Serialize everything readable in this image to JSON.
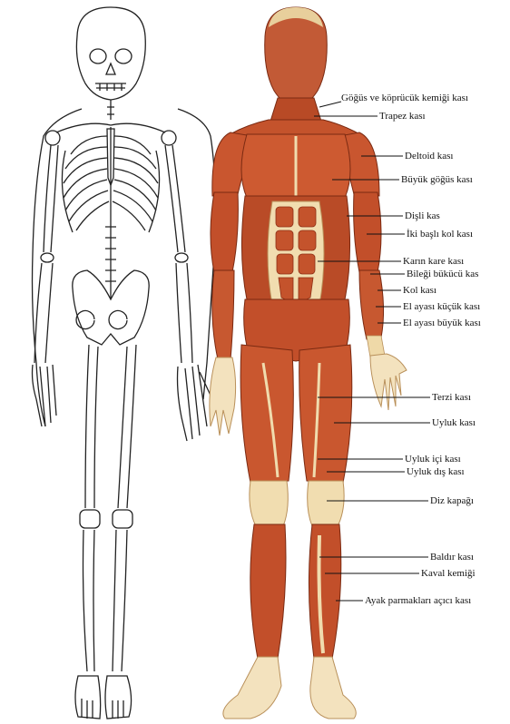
{
  "colors": {
    "muscle": "#c8502a",
    "muscle_dark": "#8e2f15",
    "tendon": "#f1ddb0",
    "skin": "#f3e2be",
    "bone_outline": "#222222",
    "leader_line": "#111111"
  },
  "labels": [
    {
      "id": "gogus-kopucuk",
      "text": "Göğüs ve köprücük kemiği kası"
    },
    {
      "id": "trapez",
      "text": "Trapez kası"
    },
    {
      "id": "deltoid",
      "text": "Deltoid kası"
    },
    {
      "id": "buyuk-gogus",
      "text": "Büyük göğüs kası"
    },
    {
      "id": "disli",
      "text": "Dişli kas"
    },
    {
      "id": "iki-basli",
      "text": "İki başlı kol kası"
    },
    {
      "id": "karin-kare",
      "text": "Karın kare kası"
    },
    {
      "id": "bilegi-bukucu",
      "text": "Bileği bükücü kas"
    },
    {
      "id": "kol",
      "text": "Kol kası"
    },
    {
      "id": "el-ayasi-kucuk",
      "text": "El ayası küçük kası"
    },
    {
      "id": "el-ayasi-buyuk",
      "text": "El ayası büyük kası"
    },
    {
      "id": "terzi",
      "text": "Terzi kası"
    },
    {
      "id": "uyluk",
      "text": "Uyluk kası"
    },
    {
      "id": "uyluk-ici",
      "text": "Uyluk içi kası"
    },
    {
      "id": "uyluk-dis",
      "text": "Uyluk dış kası"
    },
    {
      "id": "diz-kapagi",
      "text": "Diz kapağı"
    },
    {
      "id": "baldir",
      "text": "Baldır kası"
    },
    {
      "id": "kaval",
      "text": "Kaval kemiği"
    },
    {
      "id": "ayak-parmak",
      "text": "Ayak parmakları açıcı kası"
    }
  ]
}
